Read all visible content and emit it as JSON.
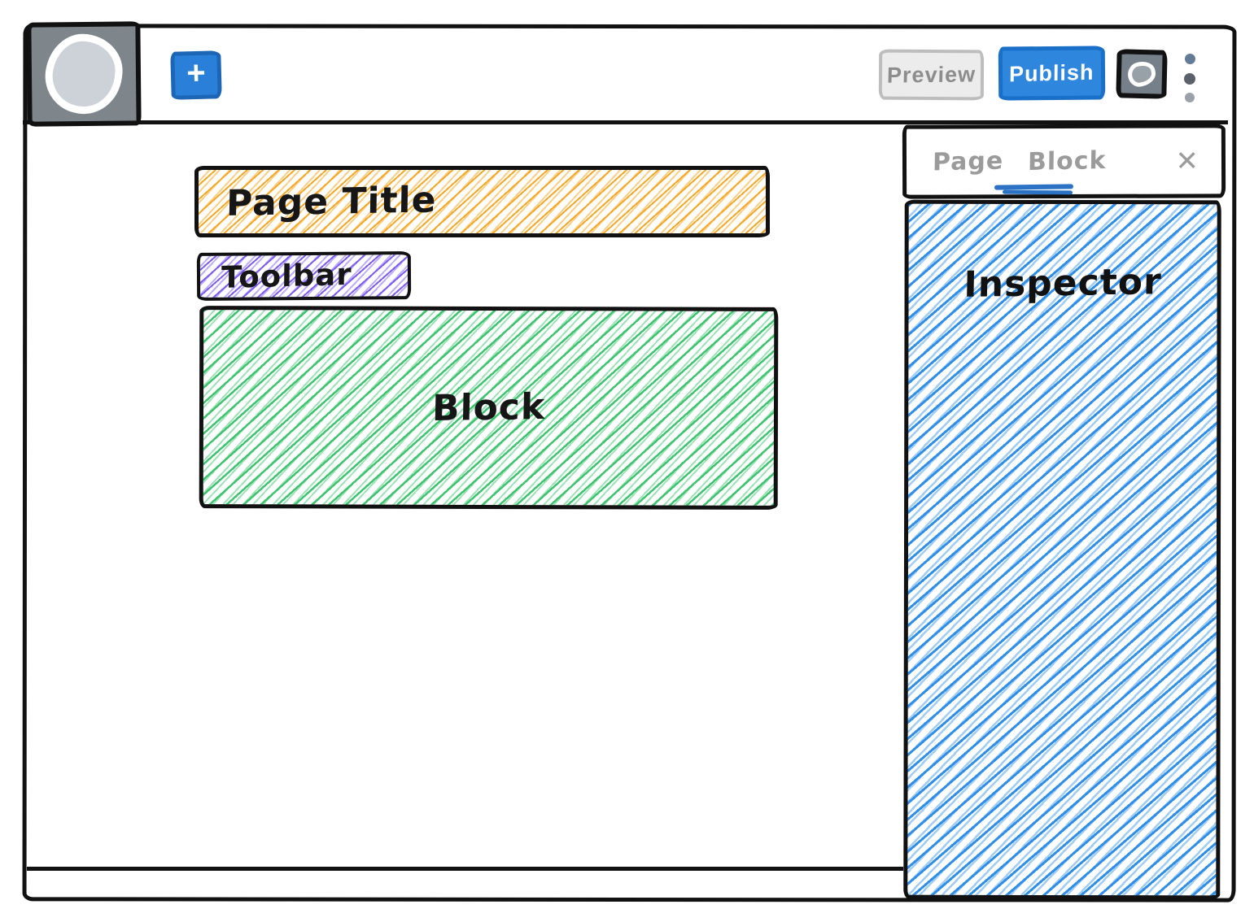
{
  "header": {
    "add_button": {
      "icon_glyph": "+"
    },
    "preview_button": {
      "label": "Preview"
    },
    "publish_button": {
      "label": "Publish"
    },
    "chat_button": {
      "icon": "chat-bubble-icon"
    },
    "more_menu": {
      "icon": "kebab-icon"
    },
    "logo": {
      "icon": "app-logo-circle"
    }
  },
  "canvas": {
    "page_title": {
      "label": "Page Title",
      "hatch_color": "#f6a726"
    },
    "toolbar": {
      "label": "Toolbar",
      "hatch_color": "#7c5cf5"
    },
    "block": {
      "label": "Block",
      "hatch_color": "#3ec46f"
    }
  },
  "inspector": {
    "tabs": [
      {
        "label": "Page",
        "active": false
      },
      {
        "label": "Block",
        "active": true
      }
    ],
    "close_glyph": "✕",
    "panel_label": "Inspector",
    "hatch_color": "#2f8ee8",
    "active_tab_underline_color": "#2b72c4"
  },
  "colors": {
    "accent_blue": "#2e86dd",
    "sketch_ink": "#111111",
    "logo_gray": "#7e858b"
  }
}
